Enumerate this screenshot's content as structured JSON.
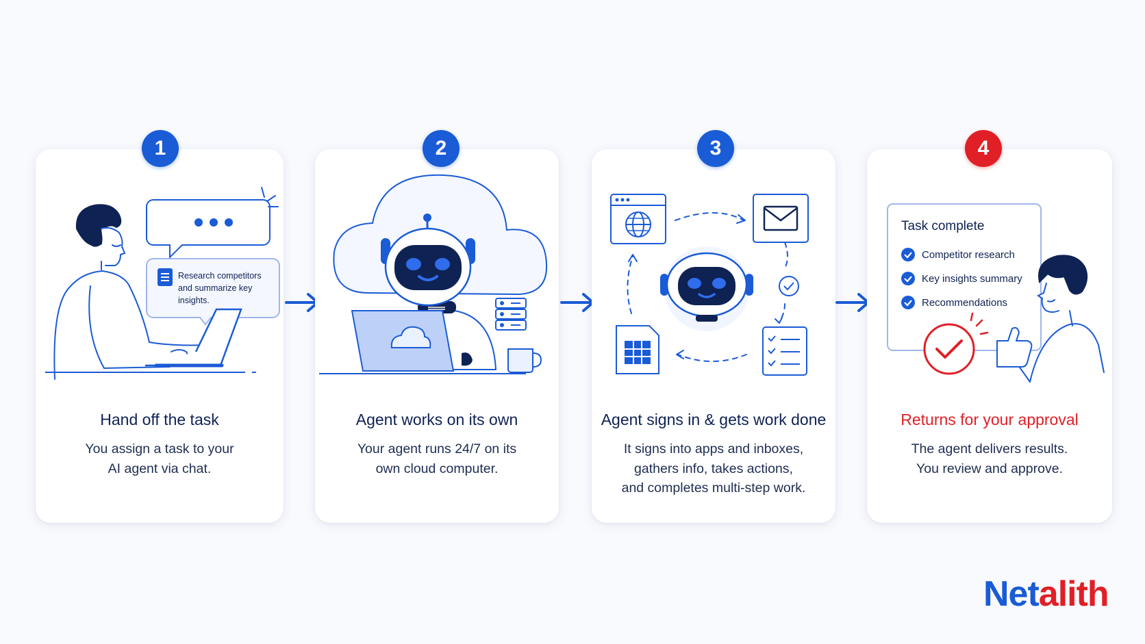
{
  "steps": [
    {
      "number": "1",
      "title": "Hand off the task",
      "desc": [
        "You assign a task to your",
        "AI agent via chat."
      ],
      "chat_bubble": [
        "Research competitors",
        "and summarize key",
        "insights."
      ]
    },
    {
      "number": "2",
      "title": "Agent works on its own",
      "desc": [
        "Your agent runs 24/7 on its",
        "own cloud computer."
      ]
    },
    {
      "number": "3",
      "title": "Agent signs in & gets work done",
      "desc": [
        "It signs into apps and inboxes,",
        "gathers info, takes actions,",
        "and completes multi-step work."
      ]
    },
    {
      "number": "4",
      "title": "Returns for your approval",
      "desc": [
        "The agent delivers results.",
        "You review and approve."
      ],
      "task_card": {
        "heading": "Task complete",
        "items": [
          "Competitor research",
          "Key insights summary",
          "Recommendations"
        ]
      }
    }
  ],
  "brand": {
    "part1": "Net",
    "part2": "alith"
  },
  "colors": {
    "accent": "#1a5bd6",
    "alert": "#e01f26",
    "text": "#0f2254",
    "background": "#f9fafd"
  },
  "icons": [
    "chat-dots-icon",
    "document-icon",
    "laptop-icon",
    "cloud-icon",
    "robot-icon",
    "server-icon",
    "coffee-mug-icon",
    "browser-globe-icon",
    "envelope-icon",
    "spreadsheet-icon",
    "checklist-icon",
    "check-circle-icon",
    "thumbs-up-icon",
    "arrow-right-icon"
  ]
}
